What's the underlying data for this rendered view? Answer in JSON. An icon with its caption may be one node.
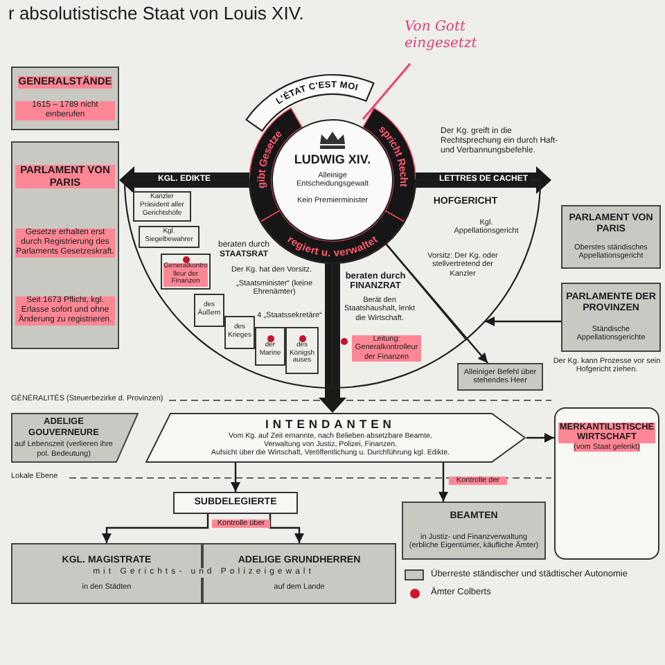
{
  "diagram": {
    "title": "r absolutistische Staat von Louis XIV.",
    "nodes": [
      {
        "text": [
          "GENERALSTÄNDE",
          "1615 – 1789 nicht einberufen"
        ]
      },
      {
        "text": [
          "PARLAMENT VON PARIS",
          "Gesetze erhalten erst durch Registrierung des Parlaments Gesetzeskraft.",
          "Seit 1673 Pflicht, kgl. Erlasse sofort und ohne Änderung zu registrieren."
        ]
      },
      {
        "text": [
          "L'ÉTAT C'EST MOI"
        ]
      },
      {
        "text": [
          "LUDWIG XIV.",
          "Alleinige Entscheidungsgewalt",
          "Kein Premierminister"
        ]
      },
      {
        "text": [
          "gibt Gesetze"
        ]
      },
      {
        "text": [
          "regiert u. verwaltet"
        ]
      },
      {
        "text": [
          "spricht Recht"
        ]
      },
      {
        "text": [
          "Von Gott eingesetzt"
        ]
      },
      {
        "text": [
          "beraten durch **STAATSRAT**",
          "Der Kg. hat den Vorsitz.",
          "„Staatsminister“ (keine Ehrenämter)",
          "4 „Staatssekretäre“"
        ]
      },
      {
        "text": [
          "Kanzler",
          "Präsident aller Gerichtshöfe"
        ],
        "in": 8
      },
      {
        "text": [
          "Kgl. Siegelbewahrer"
        ],
        "in": 8
      },
      {
        "text": [
          "Generalkontrolleur der Finanzen"
        ],
        "in": 8
      },
      {
        "text": [
          "des Äußern"
        ],
        "in": 8
      },
      {
        "text": [
          "des Krieges"
        ],
        "in": 8
      },
      {
        "text": [
          "der Marine"
        ],
        "in": 8
      },
      {
        "text": [
          "des Königshauses"
        ],
        "in": 8
      },
      {
        "text": [
          "beraten durch **FINANZRAT**",
          "Berät den Staatshaushalt, lenkt die Wirtschaft.",
          "Leitung: Generalkontrolleur der Finanzen"
        ]
      },
      {
        "text": [
          "HOFGERICHT",
          "Kgl. Appellationsgericht",
          "Vorsitz: Der Kg. oder stellvertretend der Kanzler"
        ]
      },
      {
        "text": [
          "PARLAMENT VON PARIS",
          "Oberstes ständisches Appellationsgericht"
        ]
      },
      {
        "text": [
          "PARLAMENTE DER PROVINZEN",
          "Ständische Appellationsgerichte"
        ]
      },
      {
        "text": [
          "Alleiniger Befehl über stehendes Heer"
        ]
      },
      {
        "text": [
          "ADELIGE GOUVERNEURE",
          "auf Lebenszeit (verlieren ihre pol. Bedeutung)"
        ]
      },
      {
        "text": [
          "INTENDANTEN",
          "Vom Kg. auf Zeit ernannte, nach Belieben absetzbare Beamte.",
          "Verwaltung von Justiz, Polizei, Finanzen.",
          "Aufsicht über die Wirtschaft, Veröffentlichung u. Durchführung kgl. Edikte."
        ]
      },
      {
        "text": [
          "MERKANTILISTISCHE WIRTSCHAFT",
          "(vom Staat gelenkt)"
        ]
      },
      {
        "text": [
          "SUBDELEGIERTE"
        ]
      },
      {
        "text": [
          "BEAMTEN",
          "in Justiz- und Finanzverwaltung (erbliche Eigentümer, käufliche Ämter)"
        ]
      },
      {
        "text": [
          "KGL. MAGISTRATE",
          "in den Städten"
        ]
      },
      {
        "text": [
          "ADELIGE GRUNDHERREN",
          "auf dem Lande"
        ]
      }
    ],
    "edges": [
      {
        "from": 4,
        "to": 1,
        "arrow": "to",
        "label": "KGL. EDIKTE",
        "style": "thick"
      },
      {
        "from": 6,
        "to": null,
        "arrow": "to",
        "label": "LETTRES DE CACHET",
        "style": "thick"
      },
      {
        "from": 7,
        "to": 3,
        "arrow": "none",
        "color": "#e8467c"
      },
      {
        "from": 5,
        "to": 22,
        "arrow": "to",
        "style": "thick"
      },
      {
        "from": 5,
        "to": 20,
        "arrow": "to"
      },
      {
        "from": 19,
        "to": 17,
        "arrow": "to",
        "label": "Der Kg. kann Prozesse vor sein Hofgericht ziehen."
      },
      {
        "from": 22,
        "to": 23,
        "arrow": "to"
      },
      {
        "from": 22,
        "to": 24,
        "arrow": "to"
      },
      {
        "from": 22,
        "to": 25,
        "arrow": "to",
        "label": "Kontrolle der"
      },
      {
        "from": 24,
        "to": 26,
        "arrow": "to",
        "label": "Kontrolle über"
      },
      {
        "from": 24,
        "to": 27,
        "arrow": "to"
      }
    ],
    "labels": [
      "Der Kg. greift in die Rechtsprechung ein durch Haft- und Verbannungsbefehle.",
      "GÉNÉRALITÉS (Steuerbezirke d. Provinzen)",
      "Lokale Ebene",
      "mit Gerichts- und Polizeigewalt"
    ],
    "legend": [
      {
        "text": "Überreste ständischer und städtischer Autonomie",
        "color": "#c9c9c4"
      },
      {
        "text": "Ämter Colberts",
        "color": "#d0142c"
      }
    ]
  }
}
